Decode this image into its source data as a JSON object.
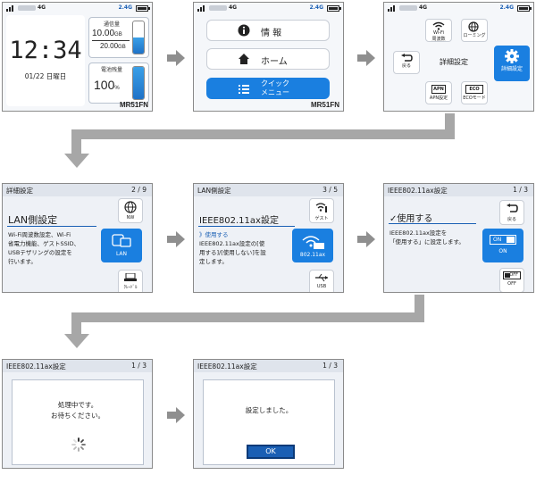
{
  "status": {
    "network": "4G",
    "band": "2.4G"
  },
  "screen1": {
    "clock": "12:34",
    "date": "01/22 日曜日",
    "traffic_label": "通信量",
    "traffic_used": "10.00",
    "traffic_used_unit": "GB",
    "traffic_limit": "20.00",
    "traffic_limit_unit": "GB",
    "traffic_fill": 0.5,
    "battery_label": "電池残量",
    "battery_value": "100",
    "battery_unit": "%",
    "battery_fill": 1.0,
    "model": "MR51FN"
  },
  "screen2": {
    "items": [
      {
        "label": "情 報",
        "icon": "info-icon"
      },
      {
        "label": "ホーム",
        "icon": "home-icon"
      },
      {
        "label_line1": "クイック",
        "label_line2": "メニュー",
        "icon": "list-icon"
      }
    ],
    "model": "MR51FN"
  },
  "screen3": {
    "title": "詳細設定",
    "back": "戻る",
    "wifi_label1": "Wi-Fi",
    "wifi_label2": "周波数",
    "roaming": "ローミング",
    "apn": "APN設定",
    "eco": "ECOモード",
    "detail": "詳細設定",
    "apn_icon_text": "APN",
    "eco_icon_text": "ECO"
  },
  "screen4": {
    "header": "詳細設定",
    "page": "2 / 9",
    "title": "LAN側設定",
    "desc": [
      "Wi-Fi周波数設定、Wi-Fi",
      "省電力機能、ゲストSSID、",
      "USBテザリングの設定を",
      "行います。"
    ],
    "nw": "NW",
    "lan": "LAN",
    "cradle": "ｸﾚｰﾄﾞﾙ"
  },
  "screen5": {
    "header": "LAN側設定",
    "page": "3 / 5",
    "title": "IEEE802.11ax設定",
    "desc": [
      "》使用する",
      "IEEE802.11ax設定の[使",
      "用する]/[使用しない]を設",
      "定します。"
    ],
    "guest": "ゲスト",
    "ax": "802.11ax",
    "ax_badge": "802.11ax",
    "usb": "USB"
  },
  "screen6": {
    "header": "IEEE802.11ax設定",
    "page": "1 / 3",
    "title": "✓使用する",
    "desc": [
      "IEEE802.11ax設定を",
      "「使用する」に設定します。"
    ],
    "back": "戻る",
    "on": "ON",
    "on_toggle": "ON",
    "off": "OFF",
    "off_toggle": "OFF"
  },
  "screen7": {
    "header": "IEEE802.11ax設定",
    "page": "1 / 3",
    "line1": "処理中です。",
    "line2": "お待ちください。"
  },
  "screen8": {
    "header": "IEEE802.11ax設定",
    "page": "1 / 3",
    "message": "設定しました。",
    "ok": "OK"
  }
}
